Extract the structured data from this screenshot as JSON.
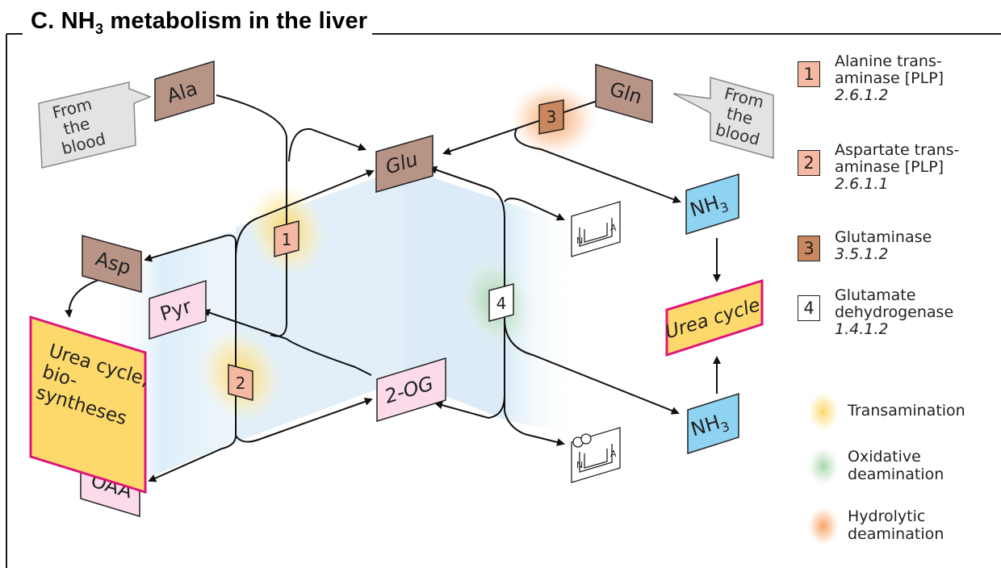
{
  "title": {
    "prefix": "C. NH",
    "sub": "3",
    "suffix": " metabolism in the liver"
  },
  "metabolites": {
    "ala": "Ala",
    "gln": "Gln",
    "glu": "Glu",
    "asp": "Asp",
    "pyr": "Pyr",
    "og": "2-OG",
    "oaa": "OAA",
    "nh3_top": "NH",
    "nh3_bottom": "NH",
    "nh3_sub": "3"
  },
  "callouts": {
    "left": [
      "From",
      "the",
      "blood"
    ],
    "right": [
      "From",
      "the",
      "blood"
    ]
  },
  "urea_boxes": {
    "left": [
      "Urea cycle,",
      "bio-",
      "syntheses"
    ],
    "right": "Urea cycle"
  },
  "reaction_markers": [
    "1",
    "2",
    "3",
    "4"
  ],
  "cofactor_glyph": {
    "n": "N",
    "a": "A"
  },
  "legend": [
    {
      "num": "1",
      "lines": [
        "Alanine trans-",
        "aminase [PLP]"
      ],
      "ec": "2.6.1.2",
      "color": "#f5b8a0"
    },
    {
      "num": "2",
      "lines": [
        "Aspartate trans-",
        "aminase [PLP]"
      ],
      "ec": "2.6.1.1",
      "color": "#f5b8a0"
    },
    {
      "num": "3",
      "lines": [
        "Glutaminase"
      ],
      "ec": "3.5.1.2",
      "color": "#c8875c"
    },
    {
      "num": "4",
      "lines": [
        "Glutamate",
        "dehydrogenase"
      ],
      "ec": "1.4.1.2",
      "color": "#ffffff"
    }
  ],
  "reaction_types": [
    {
      "lines": [
        "Transamination"
      ],
      "color": "#fce08a"
    },
    {
      "lines": [
        "Oxidative",
        "deamination"
      ],
      "color": "#bfe0c0"
    },
    {
      "lines": [
        "Hydrolytic",
        "deamination"
      ],
      "color": "#f9b98c"
    }
  ],
  "colors": {
    "frame": "#1a1a1a",
    "amino_acid_box": "#b89486",
    "keto_acid_box": "#fbdbea",
    "nh3_box": "#8fd3f3",
    "urea_fill": "#fcd96a",
    "urea_border": "#e0157a",
    "plane": "#cfe6f6",
    "callout": "#e3e3e3"
  }
}
